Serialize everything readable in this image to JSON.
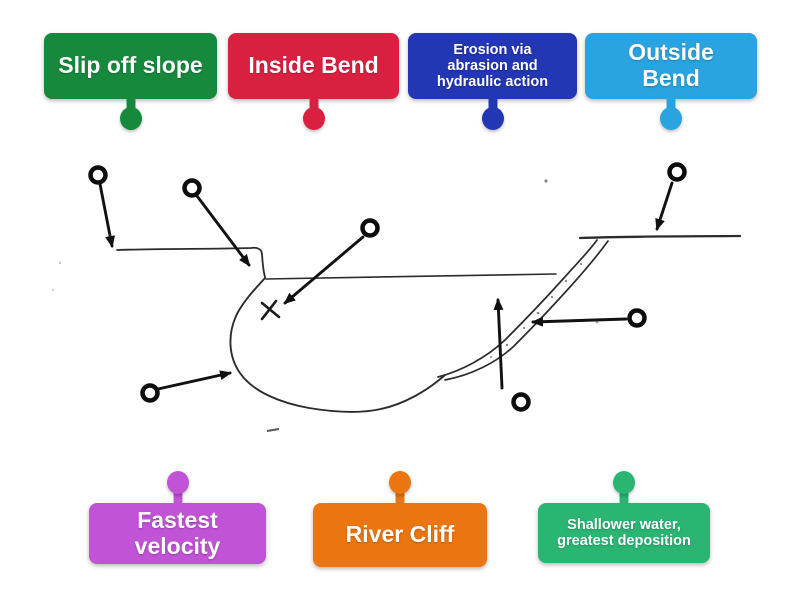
{
  "background_color": "#ffffff",
  "labels": {
    "top": [
      {
        "text": "Slip off slope",
        "color": "#17893d"
      },
      {
        "text": "Inside Bend",
        "color": "#d92040"
      },
      {
        "text": "Erosion via abrasion and hydraulic action",
        "color": "#2336b4"
      },
      {
        "text": "Outside Bend",
        "color": "#29a4e0"
      }
    ],
    "bottom": [
      {
        "text": "Fastest velocity",
        "color": "#c153d6"
      },
      {
        "text": "River Cliff",
        "color": "#eb7510"
      },
      {
        "text": "Shallower water, greatest deposition",
        "color": "#2ab573"
      }
    ]
  },
  "diagram": {
    "type": "hand-drawn river meander cross-section sketch",
    "x_mark": "X",
    "ink_color": "#222222",
    "target_marker_style": "black ring, white fill",
    "target_marker_count": 7
  }
}
